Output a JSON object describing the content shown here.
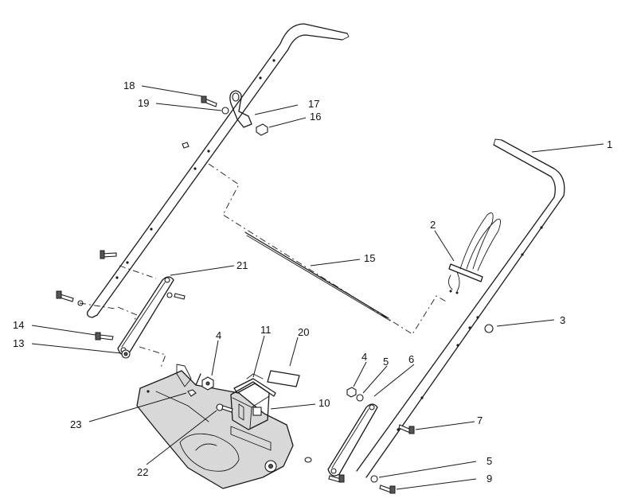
{
  "callouts": [
    {
      "id": "c1",
      "label": "1"
    },
    {
      "id": "c2",
      "label": "2"
    },
    {
      "id": "c3",
      "label": "3"
    },
    {
      "id": "c4a",
      "label": "4"
    },
    {
      "id": "c4b",
      "label": "4"
    },
    {
      "id": "c5a",
      "label": "5"
    },
    {
      "id": "c5b",
      "label": "5"
    },
    {
      "id": "c6",
      "label": "6"
    },
    {
      "id": "c7",
      "label": "7"
    },
    {
      "id": "c9",
      "label": "9"
    },
    {
      "id": "c10",
      "label": "10"
    },
    {
      "id": "c11",
      "label": "11"
    },
    {
      "id": "c13",
      "label": "13"
    },
    {
      "id": "c14",
      "label": "14"
    },
    {
      "id": "c15",
      "label": "15"
    },
    {
      "id": "c16",
      "label": "16"
    },
    {
      "id": "c17",
      "label": "17"
    },
    {
      "id": "c18",
      "label": "18"
    },
    {
      "id": "c19",
      "label": "19"
    },
    {
      "id": "c20",
      "label": "20"
    },
    {
      "id": "c21",
      "label": "21"
    },
    {
      "id": "c22",
      "label": "22"
    },
    {
      "id": "c23",
      "label": "23"
    }
  ]
}
